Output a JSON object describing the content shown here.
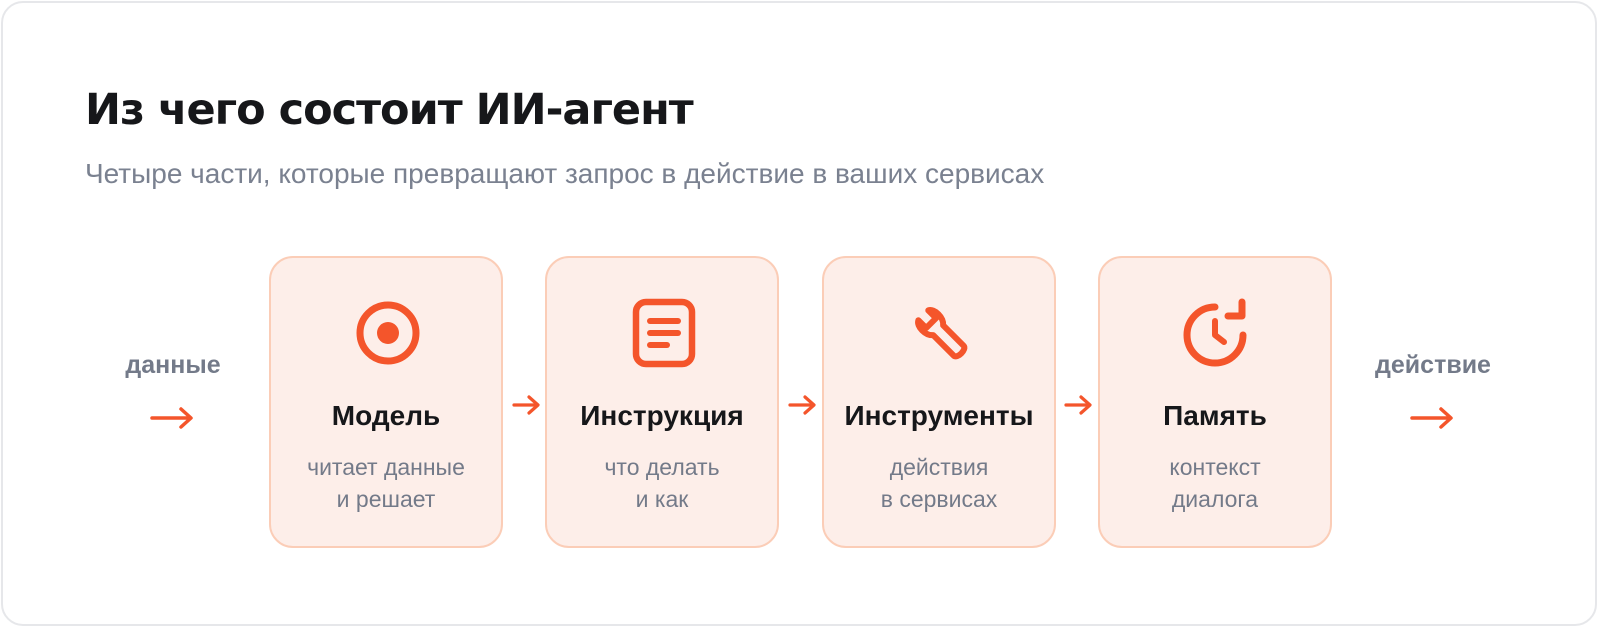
{
  "header": {
    "title": "Из чего состоит ИИ-агент",
    "subtitle": "Четыре части, которые превращают запрос в действие в ваших сервисах"
  },
  "flow": {
    "input_label": "данные",
    "output_label": "действие"
  },
  "cards": [
    {
      "icon": "target-icon",
      "title": "Модель",
      "desc_lines": [
        "читает данные",
        "и решает"
      ]
    },
    {
      "icon": "document-icon",
      "title": "Инструкция",
      "desc_lines": [
        "что делать",
        "и как"
      ]
    },
    {
      "icon": "wrench-icon",
      "title": "Инструменты",
      "desc_lines": [
        "действия",
        "в сервисах"
      ]
    },
    {
      "icon": "history-clock-icon",
      "title": "Память",
      "desc_lines": [
        "контекст",
        "диалога"
      ]
    }
  ],
  "colors": {
    "accent": "#f4552b",
    "card_bg": "#fdeee9",
    "card_border": "#fbcdb7",
    "title_text": "#16171a",
    "muted_text": "#737a89"
  }
}
